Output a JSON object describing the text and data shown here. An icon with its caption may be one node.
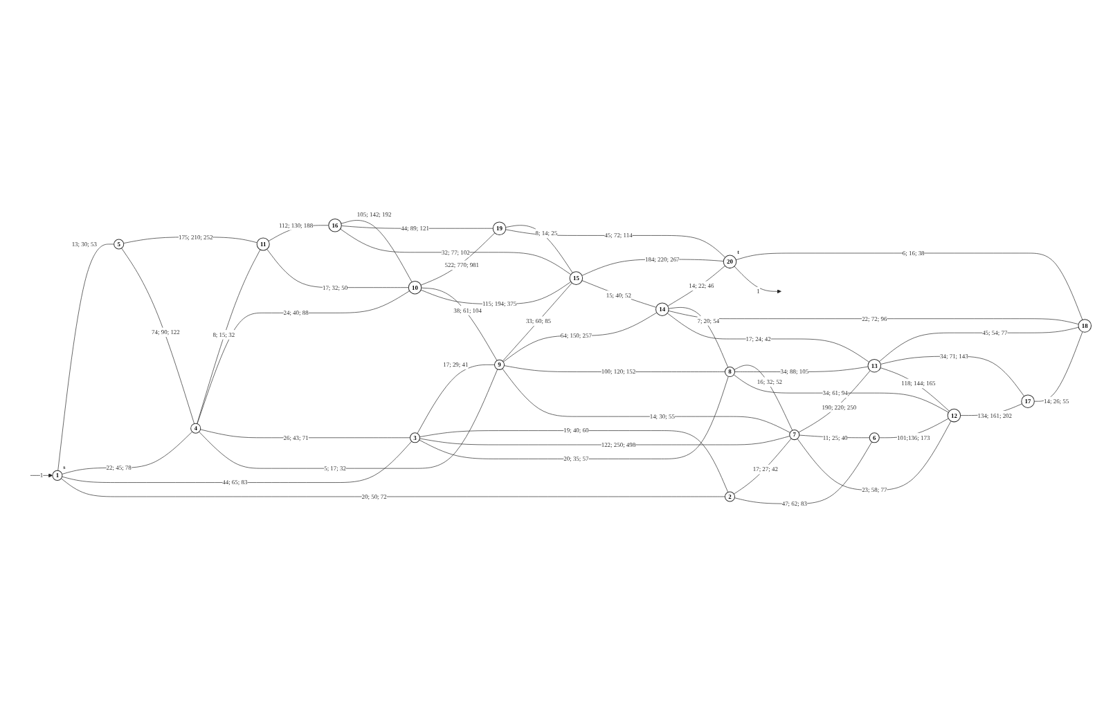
{
  "diagram": {
    "nodes": [
      {
        "text": [
          "1"
        ],
        "beside": [
          "s"
        ]
      },
      {
        "text": [
          "2"
        ]
      },
      {
        "text": [
          "3"
        ]
      },
      {
        "text": [
          "4"
        ]
      },
      {
        "text": [
          "5"
        ]
      },
      {
        "text": [
          "6"
        ]
      },
      {
        "text": [
          "7"
        ]
      },
      {
        "text": [
          "8"
        ]
      },
      {
        "text": [
          "9"
        ]
      },
      {
        "text": [
          "10"
        ]
      },
      {
        "text": [
          "11"
        ]
      },
      {
        "text": [
          "12"
        ]
      },
      {
        "text": [
          "13"
        ]
      },
      {
        "text": [
          "14"
        ]
      },
      {
        "text": [
          "15"
        ]
      },
      {
        "text": [
          "16"
        ]
      },
      {
        "text": [
          "17"
        ]
      },
      {
        "text": [
          "18"
        ]
      },
      {
        "text": [
          "19"
        ]
      },
      {
        "text": [
          "20"
        ],
        "beside": [
          "t"
        ]
      }
    ],
    "edges": [
      {
        "from": null,
        "to": 0,
        "arrow": "to",
        "label": "1"
      },
      {
        "from": 0,
        "to": 4,
        "arrow": "none",
        "label": "13; 30; 53"
      },
      {
        "from": 0,
        "to": 3,
        "arrow": "none",
        "label": "22; 45; 78"
      },
      {
        "from": 0,
        "to": 2,
        "arrow": "none",
        "label": "44; 65; 83"
      },
      {
        "from": 0,
        "to": 1,
        "arrow": "none",
        "label": "20; 50; 72"
      },
      {
        "from": 4,
        "to": 10,
        "arrow": "none",
        "label": "175; 210; 252"
      },
      {
        "from": 4,
        "to": 3,
        "arrow": "none",
        "label": "74; 90; 122"
      },
      {
        "from": 3,
        "to": 10,
        "arrow": "none",
        "label": "8; 15; 32"
      },
      {
        "from": 10,
        "to": 15,
        "arrow": "none",
        "label": "112; 130; 188"
      },
      {
        "from": 10,
        "to": 9,
        "arrow": "none",
        "label": "17; 32; 50"
      },
      {
        "from": 3,
        "to": 9,
        "arrow": "none",
        "label": "24; 40; 88"
      },
      {
        "from": 3,
        "to": 2,
        "arrow": "none",
        "label": "26; 43; 71"
      },
      {
        "from": 3,
        "to": 8,
        "arrow": "none",
        "label": "5; 17; 32"
      },
      {
        "from": 15,
        "to": 9,
        "arrow": "none",
        "label": "105; 142; 192"
      },
      {
        "from": 15,
        "to": 18,
        "arrow": "none",
        "label": "44; 89; 121"
      },
      {
        "from": 15,
        "to": 14,
        "arrow": "none",
        "label": "32; 77; 102"
      },
      {
        "from": 9,
        "to": 18,
        "arrow": "none",
        "label": "522; 770; 981"
      },
      {
        "from": 9,
        "to": 8,
        "arrow": "none",
        "label": "38; 61; 104"
      },
      {
        "from": 9,
        "to": 14,
        "arrow": "none",
        "label": "115; 194; 375"
      },
      {
        "from": 18,
        "to": 14,
        "arrow": "none",
        "label": "8; 14; 25"
      },
      {
        "from": 18,
        "to": 19,
        "arrow": "none",
        "label": "45; 72; 114"
      },
      {
        "from": 2,
        "to": 8,
        "arrow": "none",
        "label": "17; 29; 41"
      },
      {
        "from": 2,
        "to": 1,
        "arrow": "none",
        "label": "19; 40; 60"
      },
      {
        "from": 2,
        "to": 6,
        "arrow": "none",
        "label": "122; 250; 498"
      },
      {
        "from": 2,
        "to": 7,
        "arrow": "none",
        "label": "20; 35; 57"
      },
      {
        "from": 8,
        "to": 14,
        "arrow": "none",
        "label": "33; 60; 85"
      },
      {
        "from": 8,
        "to": 13,
        "arrow": "none",
        "label": "64; 150; 257"
      },
      {
        "from": 8,
        "to": 7,
        "arrow": "none",
        "label": "100; 120; 152"
      },
      {
        "from": 8,
        "to": 6,
        "arrow": "none",
        "label": "14; 30; 55"
      },
      {
        "from": 14,
        "to": 19,
        "arrow": "none",
        "label": "184; 220; 267"
      },
      {
        "from": 14,
        "to": 13,
        "arrow": "none",
        "label": "15; 40; 52"
      },
      {
        "from": 13,
        "to": 19,
        "arrow": "none",
        "label": "14; 22; 46"
      },
      {
        "from": 13,
        "to": 7,
        "arrow": "none",
        "label": "7; 20; 54"
      },
      {
        "from": 13,
        "to": 17,
        "arrow": "none",
        "label": "22; 72; 96"
      },
      {
        "from": 13,
        "to": 12,
        "arrow": "none",
        "label": "17; 24; 42"
      },
      {
        "from": 19,
        "to": 17,
        "arrow": "none",
        "label": "6; 16; 38"
      },
      {
        "from": 1,
        "to": 6,
        "arrow": "none",
        "label": "17; 27; 42"
      },
      {
        "from": 1,
        "to": 5,
        "arrow": "none",
        "label": "47; 62; 83"
      },
      {
        "from": 7,
        "to": 6,
        "arrow": "none",
        "label": "16; 32; 52"
      },
      {
        "from": 7,
        "to": 12,
        "arrow": "none",
        "label": "34; 88; 105"
      },
      {
        "from": 7,
        "to": 11,
        "arrow": "none",
        "label": "34; 61; 94"
      },
      {
        "from": 6,
        "to": 12,
        "arrow": "none",
        "label": "190; 220; 250"
      },
      {
        "from": 6,
        "to": 5,
        "arrow": "none",
        "label": "11; 25; 40"
      },
      {
        "from": 6,
        "to": 11,
        "arrow": "none",
        "label": "23; 58; 77"
      },
      {
        "from": 5,
        "to": 11,
        "arrow": "none",
        "label": "101;136; 173"
      },
      {
        "from": 12,
        "to": 17,
        "arrow": "none",
        "label": "45; 54; 77"
      },
      {
        "from": 12,
        "to": 16,
        "arrow": "none",
        "label": "34; 71; 143"
      },
      {
        "from": 12,
        "to": 11,
        "arrow": "none",
        "label": "118; 144; 165"
      },
      {
        "from": 11,
        "to": 16,
        "arrow": "none",
        "label": "134; 161; 202"
      },
      {
        "from": 16,
        "to": 17,
        "arrow": "none",
        "label": "14; 26; 55"
      },
      {
        "from": 19,
        "to": null,
        "arrow": "to",
        "label": "1"
      }
    ]
  }
}
